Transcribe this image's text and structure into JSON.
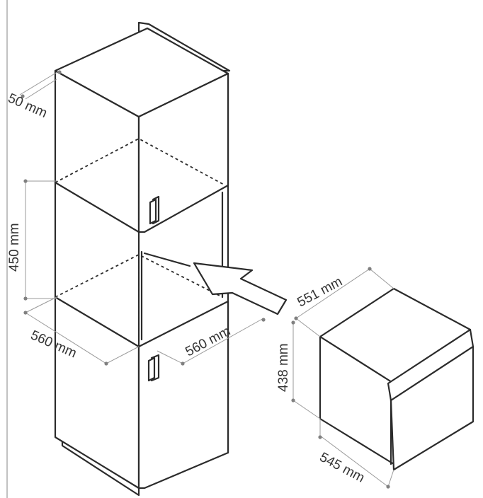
{
  "labels": {
    "top_gap": "50 mm",
    "niche_height": "450 mm",
    "cabinet_width": "560 mm",
    "cabinet_depth": "560 mm",
    "oven_depth": "551 mm",
    "oven_height": "438 mm",
    "oven_width": "545 mm"
  },
  "colors": {
    "line": "#2b2b2b",
    "dimension_line": "#9a9a9a",
    "text": "#333333"
  },
  "icons": {
    "insert_arrow": "arrow-icon",
    "door_handle": "handle-icon"
  }
}
